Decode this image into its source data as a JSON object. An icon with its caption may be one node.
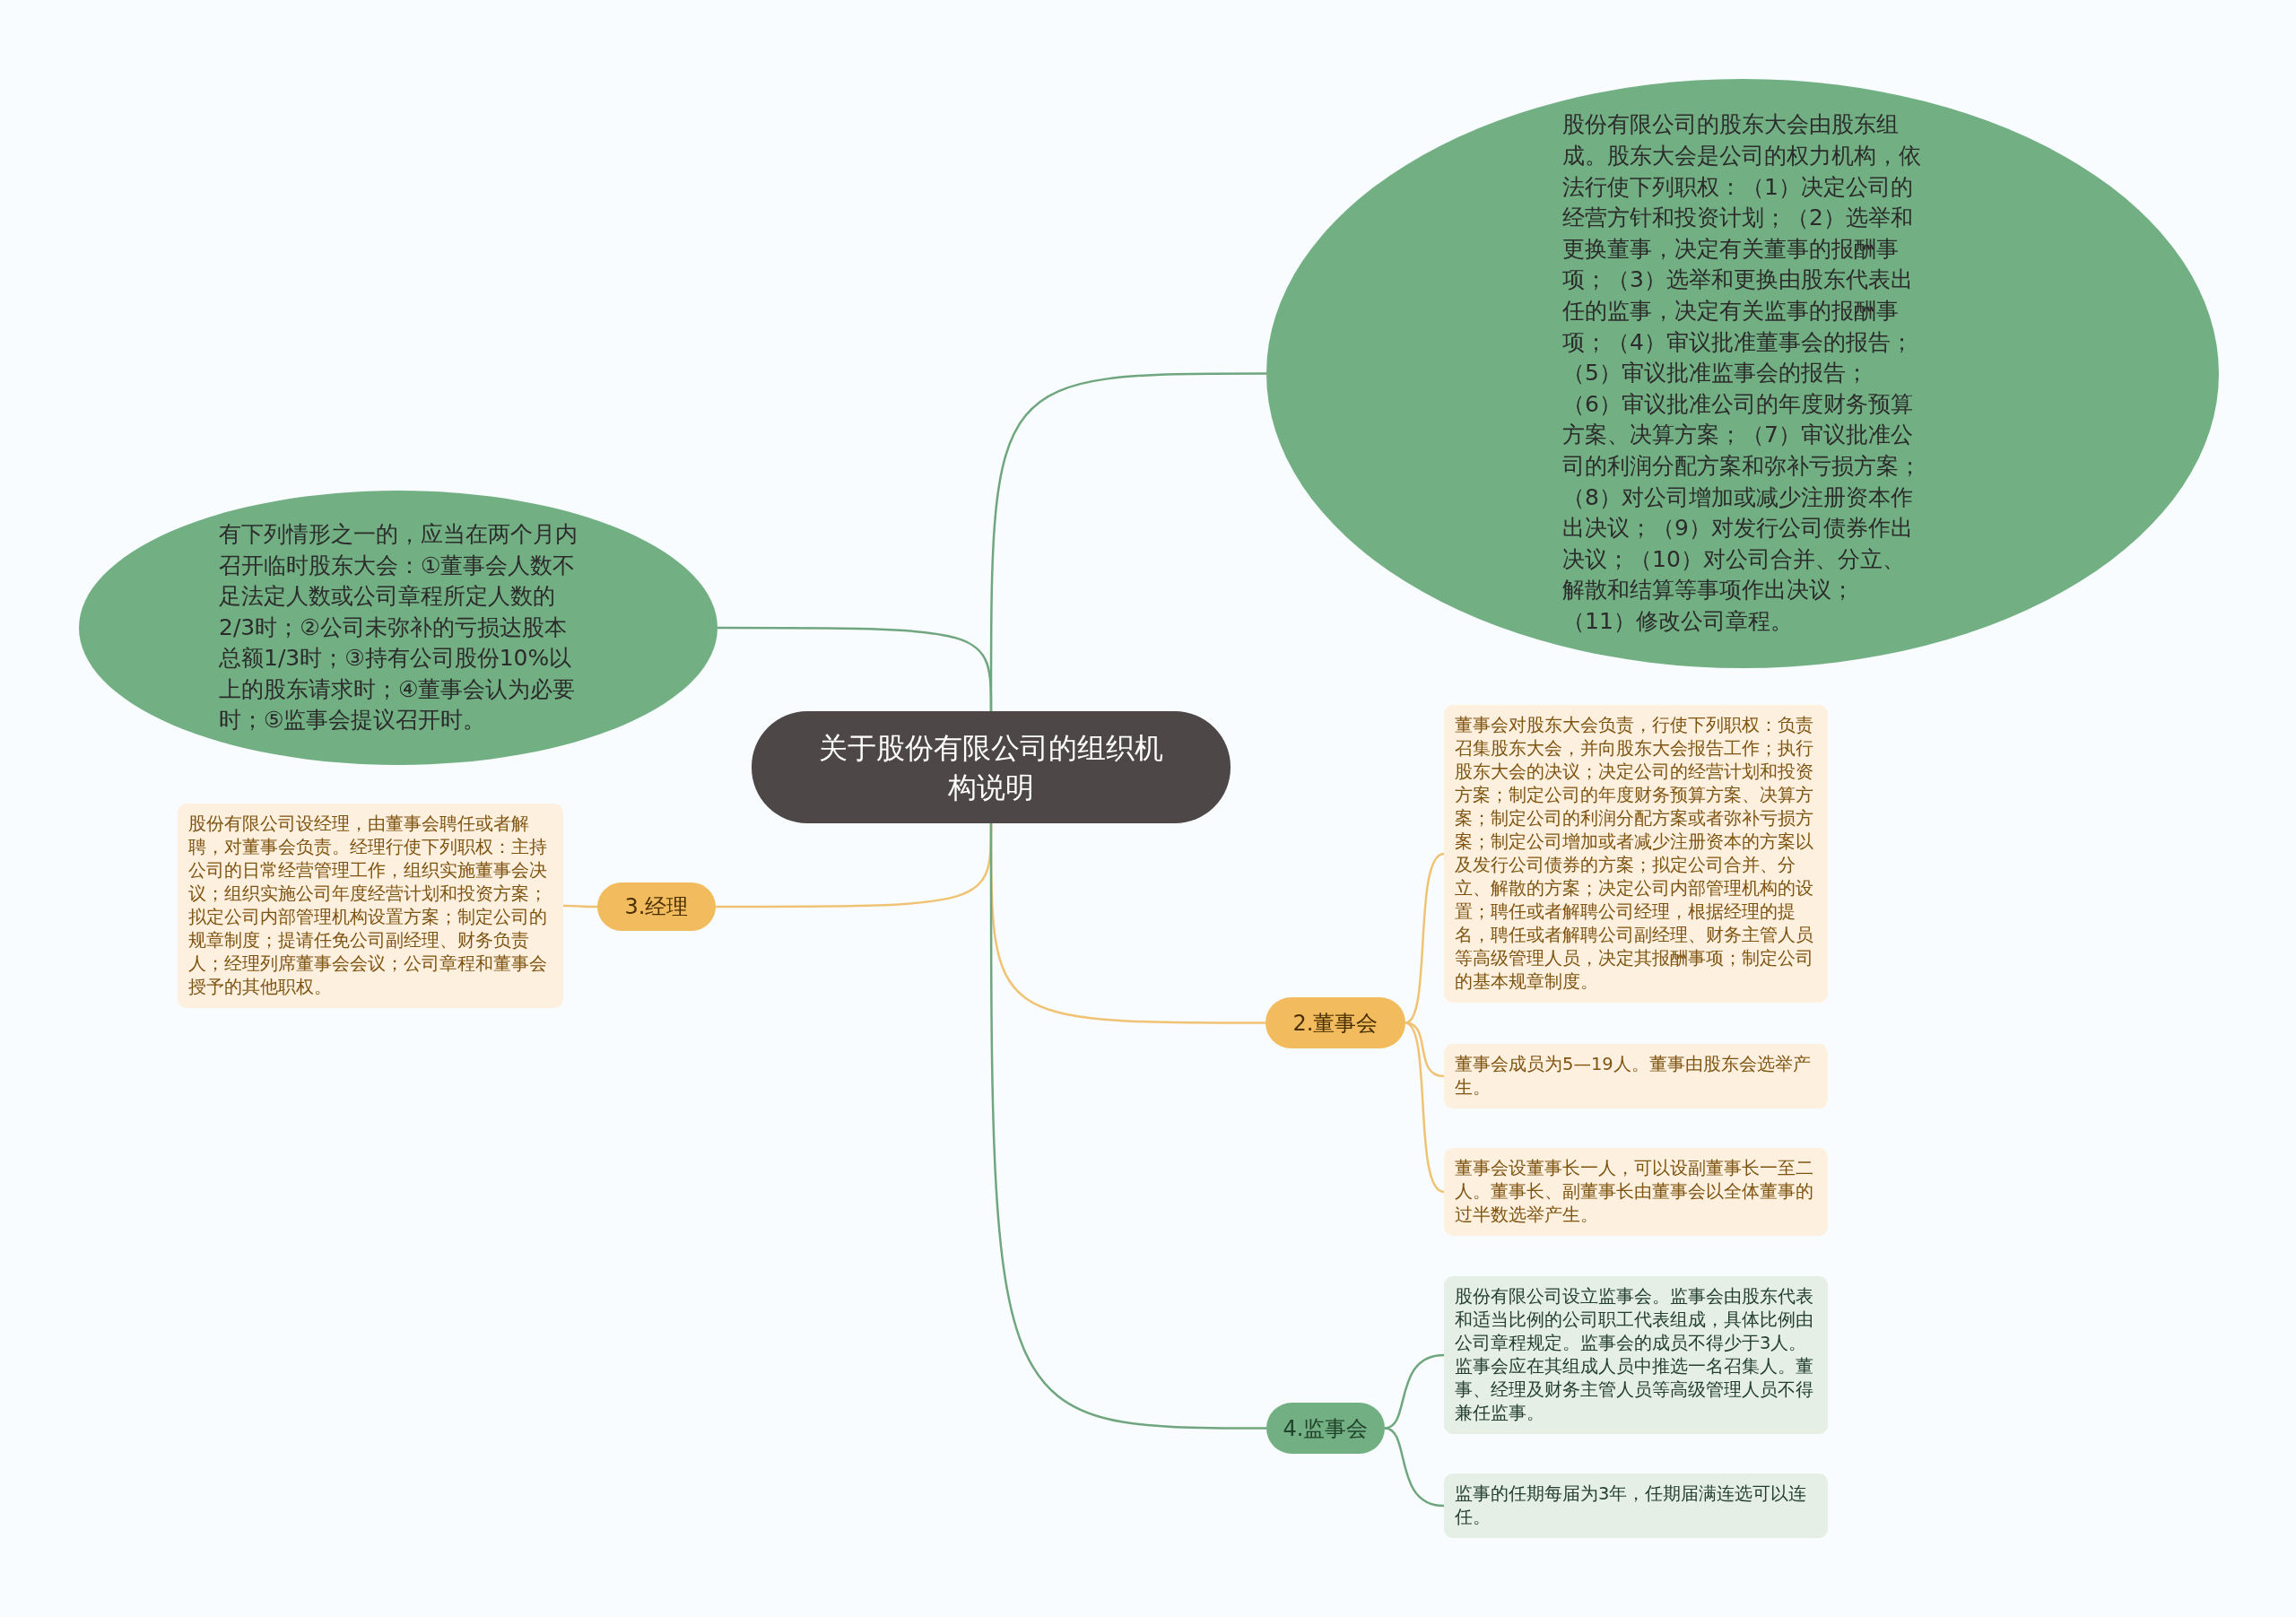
{
  "diagram": {
    "nodes": [
      {
        "text": [
          "关于股份有限公司的组织机构说明"
        ]
      },
      {
        "text": [
          "股份有限公司的股东大会由股东组成。股东大会是公司的权力机构，依法行使下列职权：（1）决定公司的经营方针和投资计划；（2）选举和更换董事，决定有关董事的报酬事项；（3）选举和更换由股东代表出任的监事，决定有关监事的报酬事项；（4）审议批准董事会的报告；（5）审议批准监事会的报告；（6）审议批准公司的年度财务预算方案、决算方案；（7）审议批准公司的利润分配方案和弥补亏损方案；（8）对公司增加或减少注册资本作出决议；（9）对发行公司债券作出决议；（10）对公司合并、分立、解散和结算等事项作出决议；（11）修改公司章程。"
        ]
      },
      {
        "text": [
          "有下列情形之一的，应当在两个月内召开临时股东大会：①董事会人数不足法定人数或公司章程所定人数的2/3时；②公司未弥补的亏损达股本总额1/3时；③持有公司股份10%以上的股东请求时；④董事会认为必要时；⑤监事会提议召开时。"
        ]
      },
      {
        "text": [
          "3.经理"
        ]
      },
      {
        "text": [
          "股份有限公司设经理，由董事会聘任或者解聘，对董事会负责。经理行使下列职权：主持公司的日常经营管理工作，组织实施董事会决议；组织实施公司年度经营计划和投资方案；拟定公司内部管理机构设置方案；制定公司的规章制度；提请任免公司副经理、财务负责人；经理列席董事会会议；公司章程和董事会授予的其他职权。"
        ]
      },
      {
        "text": [
          "2.董事会"
        ]
      },
      {
        "text": [
          "董事会对股东大会负责，行使下列职权：负责召集股东大会，并向股东大会报告工作；执行股东大会的决议；决定公司的经营计划和投资方案；制定公司的年度财务预算方案、决算方案；制定公司的利润分配方案或者弥补亏损方案；制定公司增加或者减少注册资本的方案以及发行公司债券的方案；拟定公司合并、分立、解散的方案；决定公司内部管理机构的设置；聘任或者解聘公司经理，根据经理的提名，聘任或者解聘公司副经理、财务主管人员等高级管理人员，决定其报酬事项；制定公司的基本规章制度。"
        ]
      },
      {
        "text": [
          "董事会成员为5—19人。董事由股东会选举产生。"
        ]
      },
      {
        "text": [
          "董事会设董事长一人，可以设副董事长一至二人。董事长、副董事长由董事会以全体董事的过半数选举产生。"
        ]
      },
      {
        "text": [
          "4.监事会"
        ]
      },
      {
        "text": [
          "股份有限公司设立监事会。监事会由股东代表和适当比例的公司职工代表组成，具体比例由公司章程规定。监事会的成员不得少于3人。监事会应在其组成人员中推选一名召集人。董事、经理及财务主管人员等高级管理人员不得兼任监事。"
        ]
      },
      {
        "text": [
          "监事的任期每届为3年，任期届满连选可以连任。"
        ]
      }
    ],
    "edges": [
      {
        "from": 0,
        "to": 1,
        "arrow": "none",
        "color": "#6fa67e"
      },
      {
        "from": 0,
        "to": 2,
        "arrow": "none",
        "color": "#6fa67e"
      },
      {
        "from": 0,
        "to": 3,
        "arrow": "none"
      },
      {
        "from": 0,
        "to": 5,
        "arrow": "none"
      },
      {
        "from": 0,
        "to": 9,
        "arrow": "none",
        "color": "#6fa67e"
      },
      {
        "from": 3,
        "to": 4,
        "arrow": "none"
      },
      {
        "from": 5,
        "to": 6,
        "arrow": "none"
      },
      {
        "from": 5,
        "to": 7,
        "arrow": "none"
      },
      {
        "from": 5,
        "to": 8,
        "arrow": "none"
      },
      {
        "from": 9,
        "to": 10,
        "arrow": "none",
        "color": "#6fa67e"
      },
      {
        "from": 9,
        "to": 11,
        "arrow": "none",
        "color": "#6fa67e"
      }
    ]
  }
}
